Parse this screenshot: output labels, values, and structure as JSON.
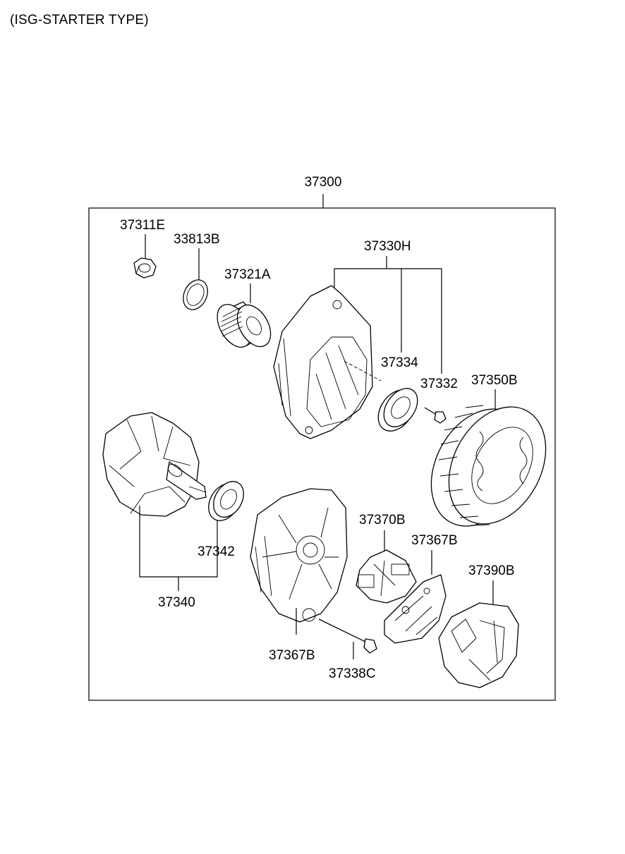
{
  "header": {
    "title": "(ISG-STARTER TYPE)"
  },
  "assembly": {
    "number": "37300"
  },
  "parts": {
    "nut": "37311E",
    "washer": "33813B",
    "pulley": "37321A",
    "front_bracket_assy": "37330H",
    "bearing_front": "37334",
    "bolt_small": "37332",
    "stator": "37350B",
    "rotor_assy": "37340",
    "bearing_rear": "37342",
    "regulator": "37370B",
    "rectifier": "37367B",
    "rear_bracket": "37367B",
    "through_bolt": "37338C",
    "rear_cover": "37390B"
  }
}
